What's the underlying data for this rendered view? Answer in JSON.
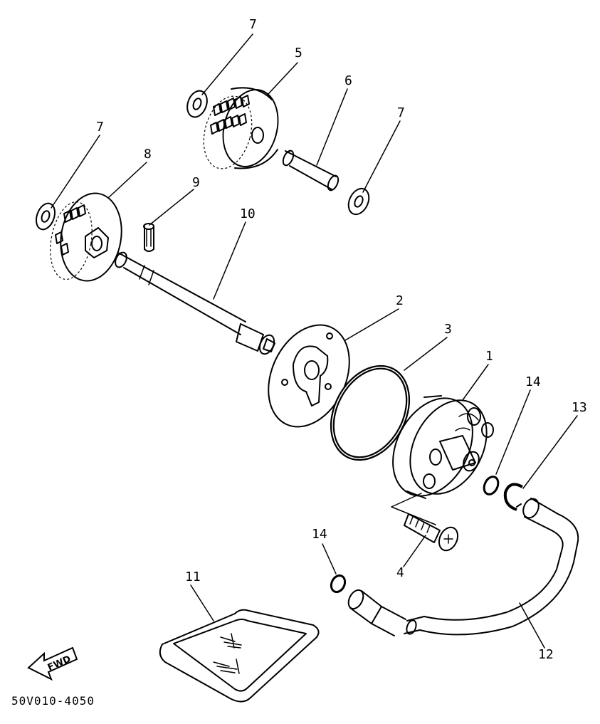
{
  "callouts": [
    "7",
    "5",
    "6",
    "7",
    "7",
    "8",
    "9",
    "10",
    "2",
    "3",
    "1",
    "14",
    "13",
    "4",
    "14",
    "11",
    "12"
  ],
  "direction_label": "FWD",
  "diagram_code": "50V010-4050"
}
